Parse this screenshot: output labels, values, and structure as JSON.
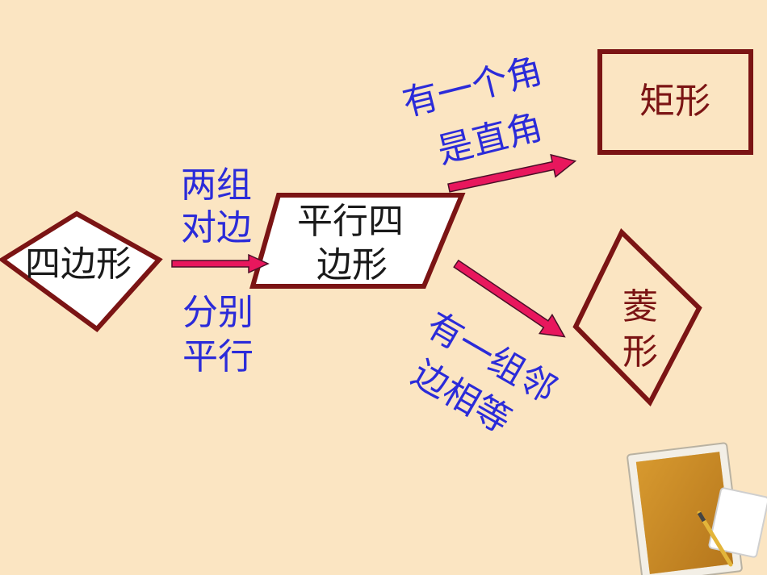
{
  "nodes": {
    "quad": "四边形",
    "parallelogram_line1": "平行四",
    "parallelogram_line2": "边形",
    "rectangle": "矩形",
    "rhombus_line1": "菱",
    "rhombus_line2": "形"
  },
  "conditions": {
    "to_parallelogram_top_line1": "两组",
    "to_parallelogram_top_line2": "对边",
    "to_parallelogram_bottom_line1": "分别",
    "to_parallelogram_bottom_line2": "平行",
    "to_rectangle_line1": "有一个角",
    "to_rectangle_line2": "是直角",
    "to_rhombus_line1": "有一组邻",
    "to_rhombus_line2": "边相等"
  },
  "colors": {
    "background": "#fbe5c2",
    "shape_border": "#7b1414",
    "arrow_fill": "#e8175d",
    "condition_text": "#2b2bd9"
  },
  "icons": {
    "decoration": "notebook-pencil-icon"
  }
}
